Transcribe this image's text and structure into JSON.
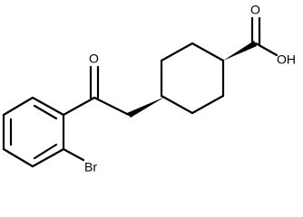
{
  "molecule": {
    "atom_labels": {
      "ketone_oxygen": "O",
      "carboxyl_oxygen": "O",
      "hydroxyl": "OH",
      "bromine": "Br"
    }
  }
}
